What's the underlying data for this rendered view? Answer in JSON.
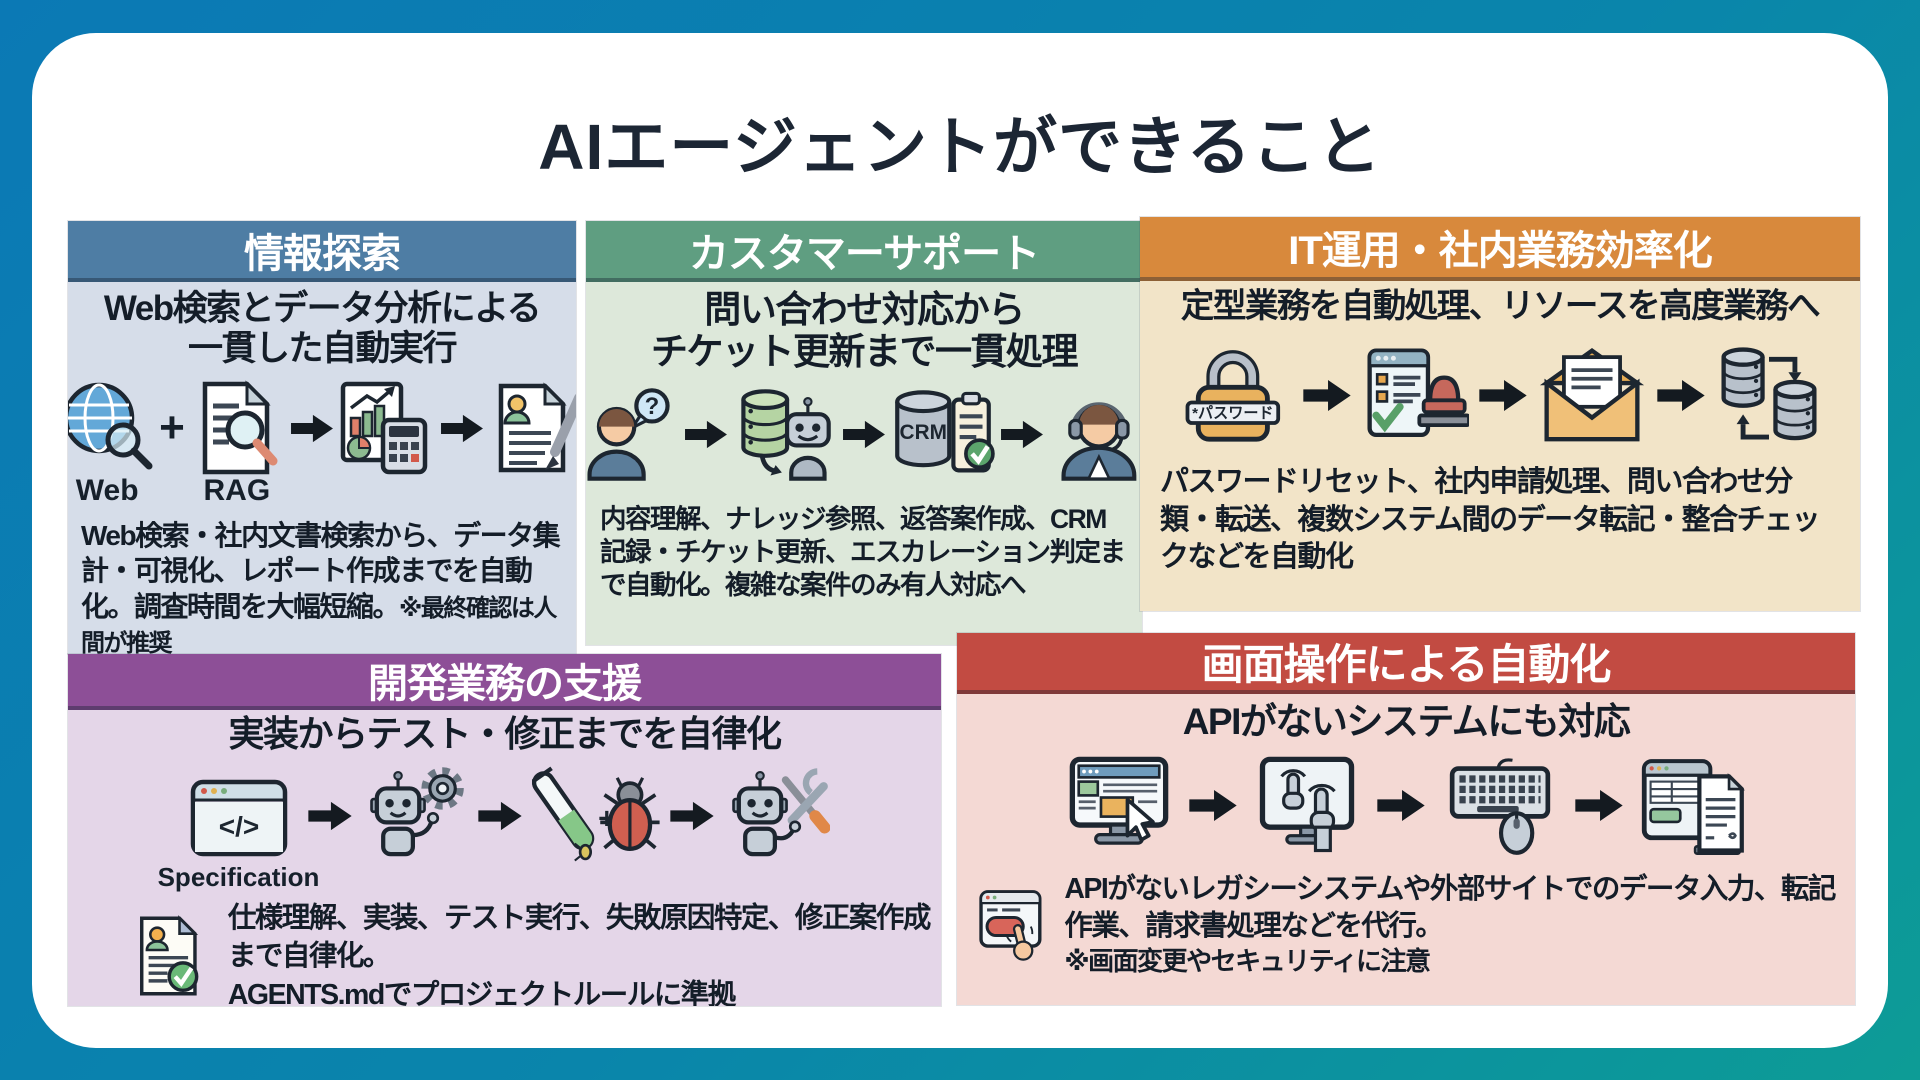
{
  "title": "AIエージェントができること",
  "background": {
    "gradient_start": "#0b79b5",
    "gradient_end": "#0d9c96",
    "card_color": "#ffffff",
    "title_color": "#1c2634"
  },
  "panels": [
    {
      "id": "research",
      "header": "情報探索",
      "header_color": "#4e7da4",
      "body_color": "#d6dde9",
      "subtitle": "Web検索とデータ分析による\n一貫した自動実行",
      "flow": {
        "web_label": "Web",
        "rag_label": "RAG",
        "plus": "+"
      },
      "icons": [
        "globe-search-icon",
        "rag-document-icon",
        "chart-calculator-icon",
        "report-pencil-icon"
      ],
      "desc": "Web検索・社内文書検索から、データ集計・可視化、レポート作成までを自動化。調査時間を大幅短縮。",
      "note": "※最終確認は人間が推奨"
    },
    {
      "id": "customer-support",
      "header": "カスタマーサポート",
      "header_color": "#5f9e81",
      "body_color": "#dde8da",
      "subtitle": "問い合わせ対応から\nチケット更新まで一貫処理",
      "flow": {
        "question_mark": "?",
        "crm_label": "CRM"
      },
      "icons": [
        "customer-question-icon",
        "knowledge-db-robot-icon",
        "crm-ticket-icon",
        "support-agent-icon"
      ],
      "desc": "内容理解、ナレッジ参照、返答案作成、CRM記録・チケット更新、エスカレーション判定まで自動化。複雑な案件のみ有人対応へ"
    },
    {
      "id": "it-ops",
      "header": "IT運用・社内業務効率化",
      "header_color": "#d8893c",
      "body_color": "#f2e4c8",
      "subtitle": "定型業務を自動処理、リソースを高度業務へ",
      "flow": {
        "lock_label": "*パスワード"
      },
      "icons": [
        "password-lock-icon",
        "approval-stamp-icon",
        "mail-icon",
        "db-sync-icon"
      ],
      "desc": "パスワードリセット、社内申請処理、問い合わせ分類・転送、複数システム間のデータ転記・整合チェックなどを自動化"
    },
    {
      "id": "dev-support",
      "header": "開発業務の支援",
      "header_color": "#8d4f97",
      "body_color": "#e4d6e8",
      "subtitle": "実装からテスト・修正までを自律化",
      "flow": {
        "spec_label": "Specification",
        "code_glyph": "</>",
        "plus": "+"
      },
      "icons": [
        "spec-window-icon",
        "robot-gear-icon",
        "test-tube-bug-icon",
        "robot-tools-icon",
        "doc-check-icon"
      ],
      "desc": "仕様理解、実装、テスト実行、失敗原因特定、修正案作成まで自律化。\nAGENTS.mdでプロジェクトルールに準拠"
    },
    {
      "id": "gui-automation",
      "header": "画面操作による自動化",
      "header_color": "#c24b42",
      "body_color": "#f4d9d4",
      "subtitle": "APIがないシステムにも対応",
      "icons": [
        "monitor-cursor-icon",
        "touch-screen-icon",
        "keyboard-mouse-icon",
        "browser-doc-icon",
        "button-click-icon"
      ],
      "desc": "APIがないレガシーシステムや外部サイトでのデータ入力、転記作業、請求書処理などを代行。",
      "note": "※画面変更やセキュリティに注意"
    }
  ]
}
